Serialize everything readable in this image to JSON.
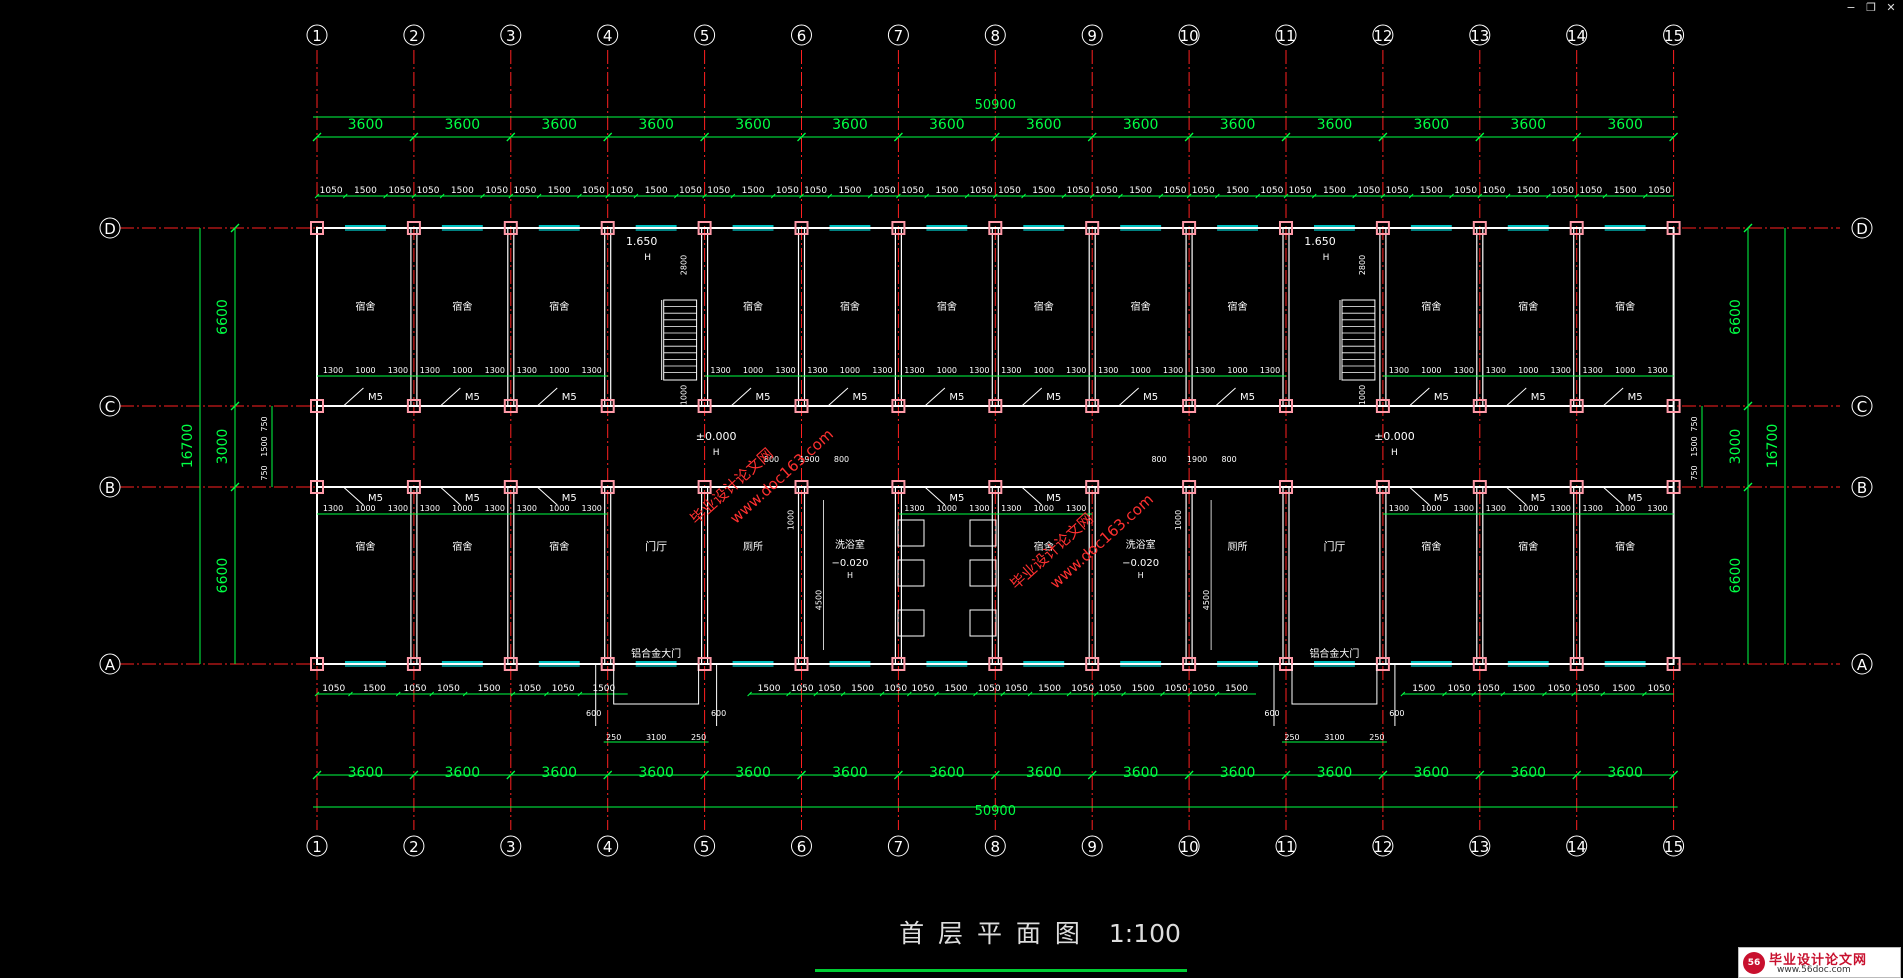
{
  "window": {
    "minimize_label": "−",
    "restore_label": "❐",
    "close_label": "✕"
  },
  "drawing": {
    "title": "首 层 平 面 图",
    "scale": "1:100",
    "overall_width": "50900",
    "overall_depth": "16700",
    "bay_widths": [
      "3600",
      "3600",
      "3600",
      "3600",
      "3600",
      "3600",
      "3600",
      "3600",
      "3600",
      "3600",
      "3600",
      "3600",
      "3600",
      "3600"
    ],
    "column_axes": [
      "1",
      "2",
      "3",
      "4",
      "5",
      "6",
      "7",
      "8",
      "9",
      "10",
      "11",
      "12",
      "13",
      "14",
      "15"
    ],
    "row_axes": [
      "A",
      "B",
      "C",
      "D"
    ],
    "row_spacings": [
      "6600",
      "3000",
      "6600"
    ],
    "corridor_dims": [
      "750",
      "1500",
      "750"
    ],
    "window_dims_top": [
      "1050",
      "1500",
      "1050",
      "1050",
      "1500",
      "1050",
      "1050",
      "1500",
      "1050",
      "1050",
      "1500",
      "1050",
      "1050",
      "1500",
      "1050",
      "1050",
      "1500",
      "1050",
      "1050",
      "1500",
      "1050",
      "1050",
      "1500",
      "1050",
      "1050",
      "1500",
      "1050",
      "1050",
      "1500",
      "1050",
      "1050",
      "1500",
      "1050",
      "1050",
      "1500",
      "1050",
      "1050",
      "1500",
      "1050",
      "1050",
      "1500",
      "1050"
    ],
    "window_dims_bottom_left": [
      "1050",
      "1500",
      "1050",
      "1050",
      "1500",
      "1050",
      "1050",
      "1500"
    ],
    "window_dims_bottom_mid": [
      "1500",
      "1050",
      "1050",
      "1500",
      "1050",
      "1050",
      "1500",
      "1050",
      "1050",
      "1500",
      "1050",
      "1050",
      "1500",
      "1050",
      "1050",
      "1500"
    ],
    "window_dims_bottom_right": [
      "1500",
      "1050",
      "1050",
      "1500",
      "1050",
      "1050",
      "1500",
      "1050"
    ],
    "door_dims_c": [
      "1300",
      "1000",
      "1300"
    ],
    "door_dims_b": [
      "1300",
      "1000",
      "1300"
    ],
    "door_label": "M5",
    "room_dorm": "宿舍",
    "room_lobby": "门厅",
    "room_toilet": "厕所",
    "room_wash": "洗浴室",
    "entrance_label": "铝合金大门",
    "level_stair": "1.650",
    "level_floor": "±0.000",
    "level_wash": "−0.020",
    "level_h": "H",
    "stair_dim": "2800",
    "stair_dim2": "1000",
    "lobby_dims": [
      "800",
      "1900",
      "800"
    ],
    "lobby_dims2": [
      "1000",
      "1300",
      "600"
    ],
    "toilet_dim": "1000",
    "wash_dim": "4500",
    "porch_dims": [
      "250",
      "3100",
      "250"
    ],
    "porch_side": "600",
    "watermark_cn": "毕业设计论文网",
    "watermark_url": "www.doc163.com"
  },
  "logo": {
    "mark": "56",
    "name": "毕业设计论文网",
    "url": "www.56doc.com"
  },
  "colors": {
    "axis": "#ff2020",
    "dim": "#00ff44",
    "wall": "#ffffff",
    "column": "#ff9aa8",
    "text": "#ffffff",
    "cyan": "#00ffff",
    "watermark": "#ff3030",
    "bg": "#000000"
  }
}
